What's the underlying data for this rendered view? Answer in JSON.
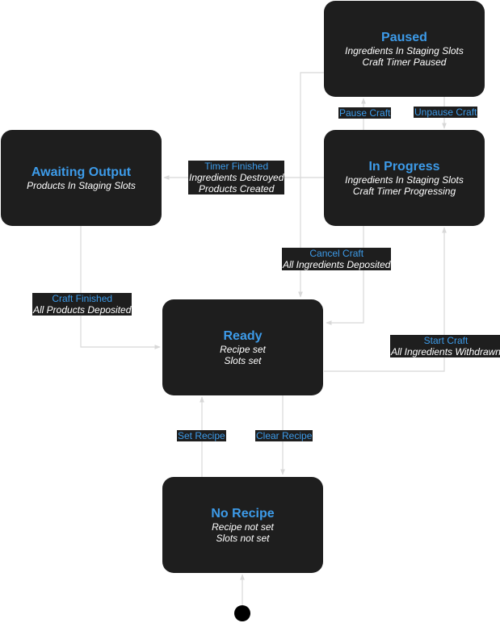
{
  "states": {
    "paused": {
      "title": "Paused",
      "details": [
        "Ingredients In Staging Slots",
        "Craft Timer Paused"
      ]
    },
    "in_progress": {
      "title": "In Progress",
      "details": [
        "Ingredients In Staging Slots",
        "Craft Timer Progressing"
      ]
    },
    "awaiting_output": {
      "title": "Awaiting Output",
      "details": [
        "Products In Staging Slots"
      ]
    },
    "ready": {
      "title": "Ready",
      "details": [
        "Recipe set",
        "Slots set"
      ]
    },
    "no_recipe": {
      "title": "No Recipe",
      "details": [
        "Recipe not set",
        "Slots not set"
      ]
    }
  },
  "transitions": {
    "pause_craft": {
      "trigger": "Pause Craft"
    },
    "unpause_craft": {
      "trigger": "Unpause Craft"
    },
    "timer_finished": {
      "trigger": "Timer Finished",
      "guards": [
        "Ingredients Destroyed",
        "Products Created"
      ]
    },
    "cancel_craft": {
      "trigger": "Cancel Craft",
      "guards": [
        "All Ingredients Deposited"
      ]
    },
    "craft_finished": {
      "trigger": "Craft Finished",
      "guards": [
        "All Products Deposited"
      ]
    },
    "start_craft": {
      "trigger": "Start Craft",
      "guards": [
        "All Ingredients Withdrawn"
      ]
    },
    "set_recipe": {
      "trigger": "Set Recipe"
    },
    "clear_recipe": {
      "trigger": "Clear Recipe"
    }
  },
  "colors": {
    "title": "#3d9be9",
    "state_fill": "#1e1e1e",
    "edge": "#d8d8d8"
  }
}
